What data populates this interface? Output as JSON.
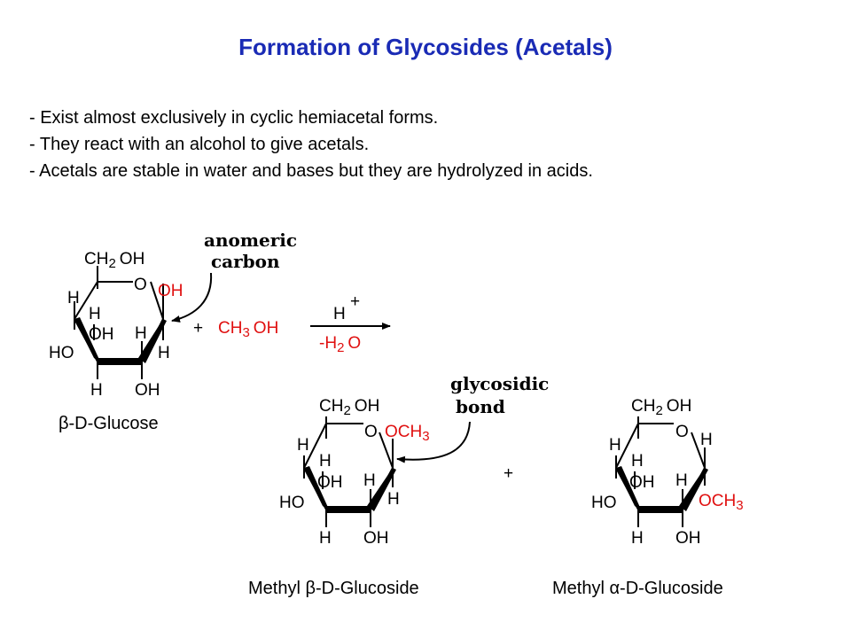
{
  "title": "Formation of Glycosides (Acetals)",
  "bullets": [
    "- Exist almost exclusively in cyclic hemiacetal forms.",
    "- They react with an alcohol to give acetals.",
    "- Acetals are stable in water and bases but they are hydrolyzed in acids."
  ],
  "atoms": {
    "ch2": "CH",
    "two": "2",
    "oh": "OH",
    "o": "O",
    "h": "H",
    "ho": "HO",
    "och": "OCH",
    "three": "3"
  },
  "reagent": {
    "plus": "+",
    "ch3": "CH",
    "sub3": "3",
    "oh": "OH",
    "catalyst_h": "H",
    "catalyst_plus": "+",
    "byproduct": "-H",
    "byproduct_sub": "2",
    "byproduct_o": "O"
  },
  "annotations": {
    "anomeric_line1": "anomeric",
    "anomeric_line2": "carbon",
    "glycosidic_line1": "glycosidic",
    "glycosidic_line2": "bond"
  },
  "labels": {
    "beta_glucose_greek": "β",
    "beta_glucose_rest": "-D-Glucose",
    "methyl_beta_prefix": "Methyl ",
    "methyl_beta_greek": "β",
    "methyl_beta_rest": "-D-Glucoside",
    "methyl_alpha_prefix": "Methyl ",
    "methyl_alpha_greek": "α",
    "methyl_alpha_rest": "-D-Glucoside",
    "products_plus": "+"
  },
  "colors": {
    "title": "#1a2bb5",
    "highlight": "#e01010",
    "ink": "#000000"
  }
}
